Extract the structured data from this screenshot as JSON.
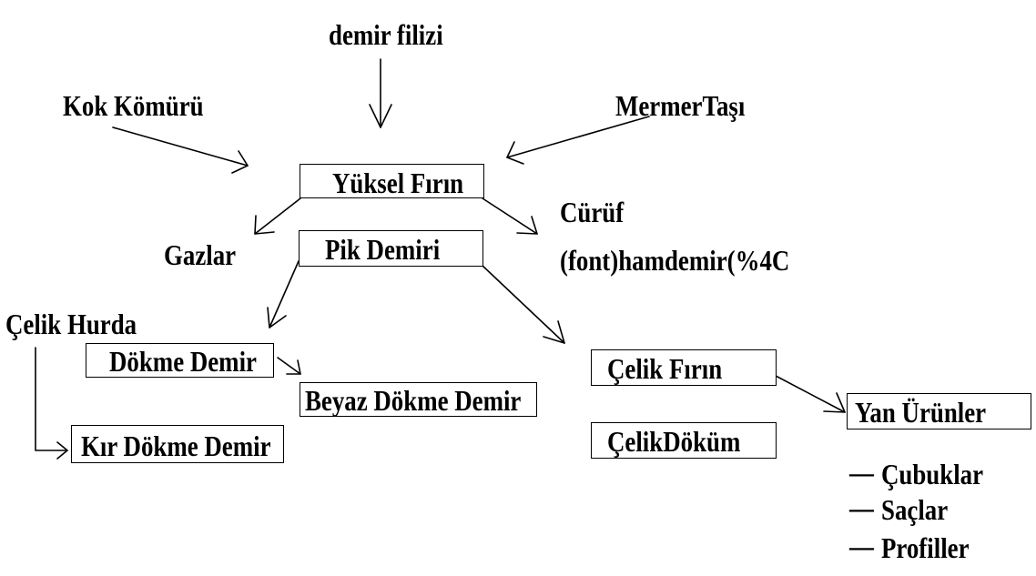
{
  "nodes": {
    "iron_ore": "demir filizi",
    "coke": "Kok Kömürü",
    "limestone": "MermerTaşı",
    "blast_furnace": "Yüksel Fırın",
    "slag": "Cürüf",
    "gases": "Gazlar",
    "pig_iron": "Pik Demiri",
    "pig_iron_note": "(font)hamdemir(%4C",
    "steel_scrap": "Çelik Hurda",
    "cast_iron": "Dökme Demir",
    "white_cast_iron": "Beyaz Dökme Demir",
    "gray_cast_iron": "Kır Dökme Demir",
    "steel_furnace": "Çelik Fırın",
    "steel_casting": "ÇelikDöküm",
    "by_products": "Yan Ürünler"
  },
  "by_product_list": [
    {
      "dash": "—",
      "label": "Çubuklar"
    },
    {
      "dash": "—",
      "label": "Saçlar"
    },
    {
      "dash": "—",
      "label": "Profiller"
    }
  ]
}
